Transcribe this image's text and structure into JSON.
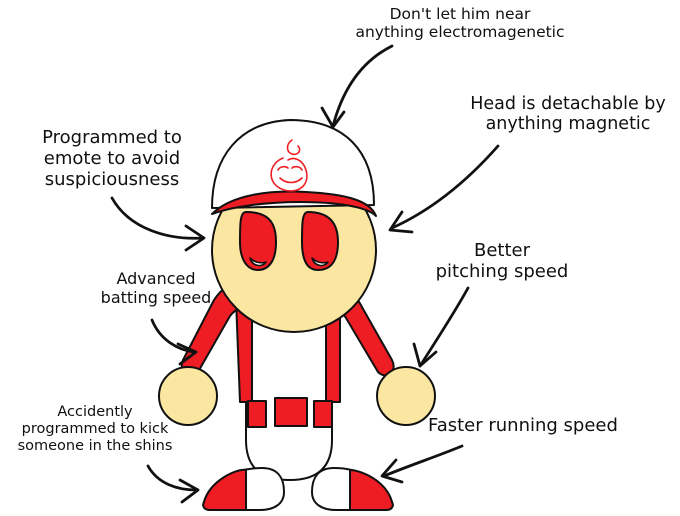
{
  "colors": {
    "red": "#ee1d23",
    "skin": "#fbe7a2",
    "outline": "#111111",
    "white": "#ffffff"
  },
  "annotations": {
    "top": "Don't let him near\nanything electromagenetic",
    "head": "Head is detachable by\nanything magnetic",
    "emote": "Programmed to\nemote to avoid\nsuspiciousness",
    "pitching": "Better\npitching speed",
    "batting": "Advanced\nbatting speed",
    "kick": "Accidently\nprogrammed to kick\nsomeone in the shins",
    "running": "Faster running speed"
  },
  "cap_logo": "flame-swirl-logo"
}
